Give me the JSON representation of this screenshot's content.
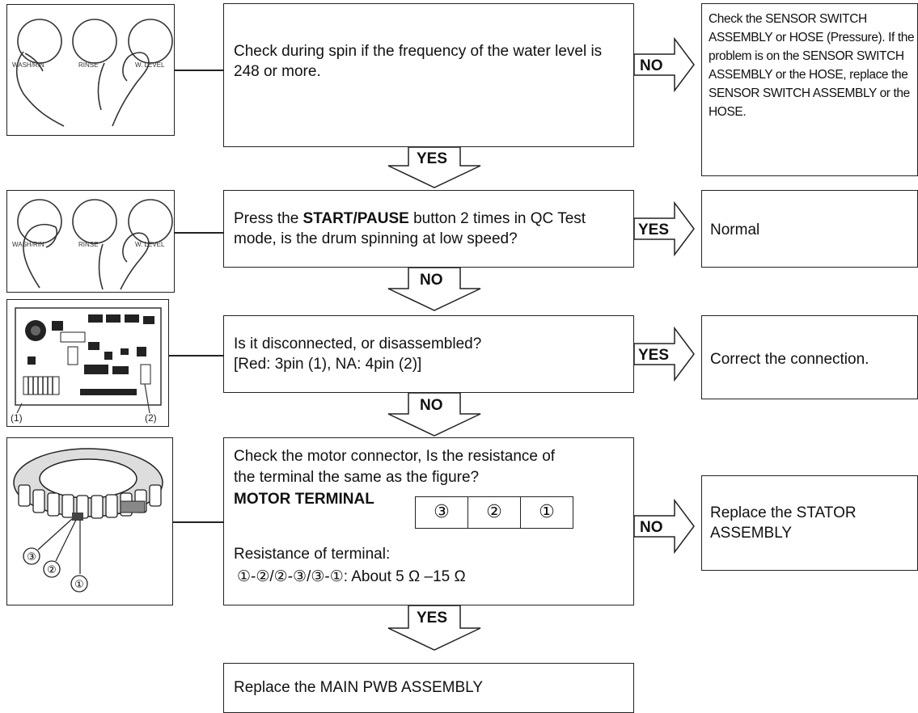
{
  "step1": {
    "question": "Check during spin if the frequency of the water level is 248 or more.",
    "yes_label": "YES",
    "no_label": "NO",
    "no_result": "Check the SENSOR SWITCH ASSEMBLY or HOSE (Pressure). If the problem is on the SENSOR SWITCH ASSEMBLY or the HOSE, replace the SENSOR SWITCH ASSEMBLY or the HOSE."
  },
  "step2": {
    "q_prefix": "Press the ",
    "q_bold": "START/PAUSE",
    "q_suffix": " button 2 times in QC Test mode, is the drum spinning at low speed?",
    "yes_label": "YES",
    "no_label": "NO",
    "yes_result": "Normal"
  },
  "step3": {
    "q_line1": "Is it disconnected, or disassembled?",
    "q_line2": "[Red: 3pin (1), NA: 4pin (2)]",
    "yes_label": "YES",
    "no_label": "NO",
    "yes_result": "Correct the connection."
  },
  "step4": {
    "q_line1": "Check the motor connector, Is the resistance of",
    "q_line2": "the terminal the same as the figure?",
    "terminal_label": "MOTOR TERMINAL",
    "terminals": [
      "③",
      "②",
      "①"
    ],
    "resistance_label": "Resistance of terminal:",
    "resistance_value": "①-②/②-③/③-①: About 5 Ω –15 Ω",
    "yes_label": "YES",
    "no_label": "NO",
    "no_result": "Replace the STATOR ASSEMBLY"
  },
  "final": {
    "text": "Replace the MAIN PWB ASSEMBLY"
  },
  "illustrations": {
    "panel_labels": [
      "WASH/RIN",
      "RINSE",
      "W. LEVEL"
    ],
    "pcb_labels": [
      "(1)",
      "(2)"
    ],
    "stator_labels": [
      "③",
      "②",
      "①"
    ]
  }
}
